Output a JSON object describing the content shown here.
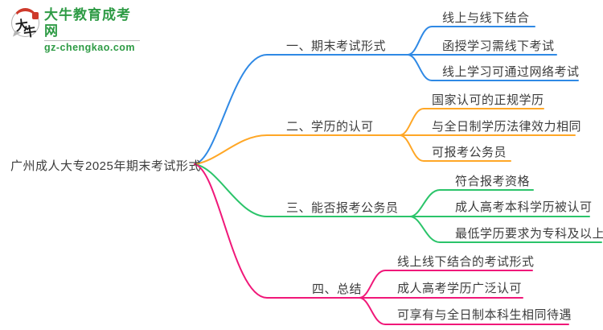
{
  "logo": {
    "icon_text_top": "大",
    "icon_text_bottom": "牛",
    "title": "大牛教育成考网",
    "subtitle": "gz-chengkao.com"
  },
  "root": {
    "label": "广州成人大专2025年期末考试形式"
  },
  "branches": [
    {
      "label": "一、期末考试形式",
      "children": [
        "线上与线下结合",
        "函授学习需线下考试",
        "线上学习可通过网络考试"
      ]
    },
    {
      "label": "二、学历的认可",
      "children": [
        "国家认可的正规学历",
        "与全日制学历法律效力相同",
        "可报考公务员"
      ]
    },
    {
      "label": "三、能否报考公务员",
      "children": [
        "符合报考资格",
        "成人高考本科学历被认可",
        "最低学历要求为专科及以上"
      ]
    },
    {
      "label": "四、总结",
      "children": [
        "线上线下结合的考试形式",
        "成人高考学历广泛认可",
        "可享有与全日制本科生相同待遇"
      ]
    }
  ],
  "colors": {
    "branch1": "#2f89e5",
    "branch2": "#ffa726",
    "branch3": "#2bc46a",
    "branch4": "#f01879",
    "brand": "#2e9b45",
    "seal": "#ce3a2b",
    "text": "#3c3c3c"
  }
}
